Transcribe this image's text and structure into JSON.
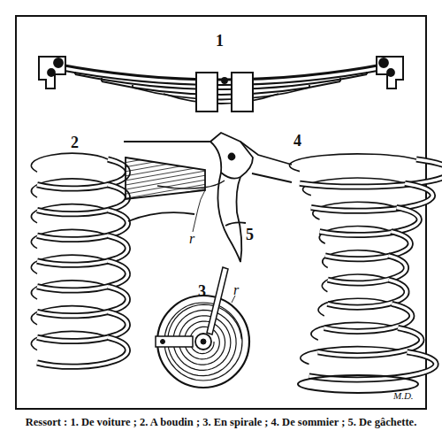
{
  "diagram": {
    "caption": "Ressort : 1. De voiture ; 2. A boudin ; 3. En spirale ; 4. De sommier ; 5. De gâchette.",
    "labels": [
      "1",
      "2",
      "5",
      "r",
      "3",
      "r",
      "4",
      "M.D."
    ]
  }
}
